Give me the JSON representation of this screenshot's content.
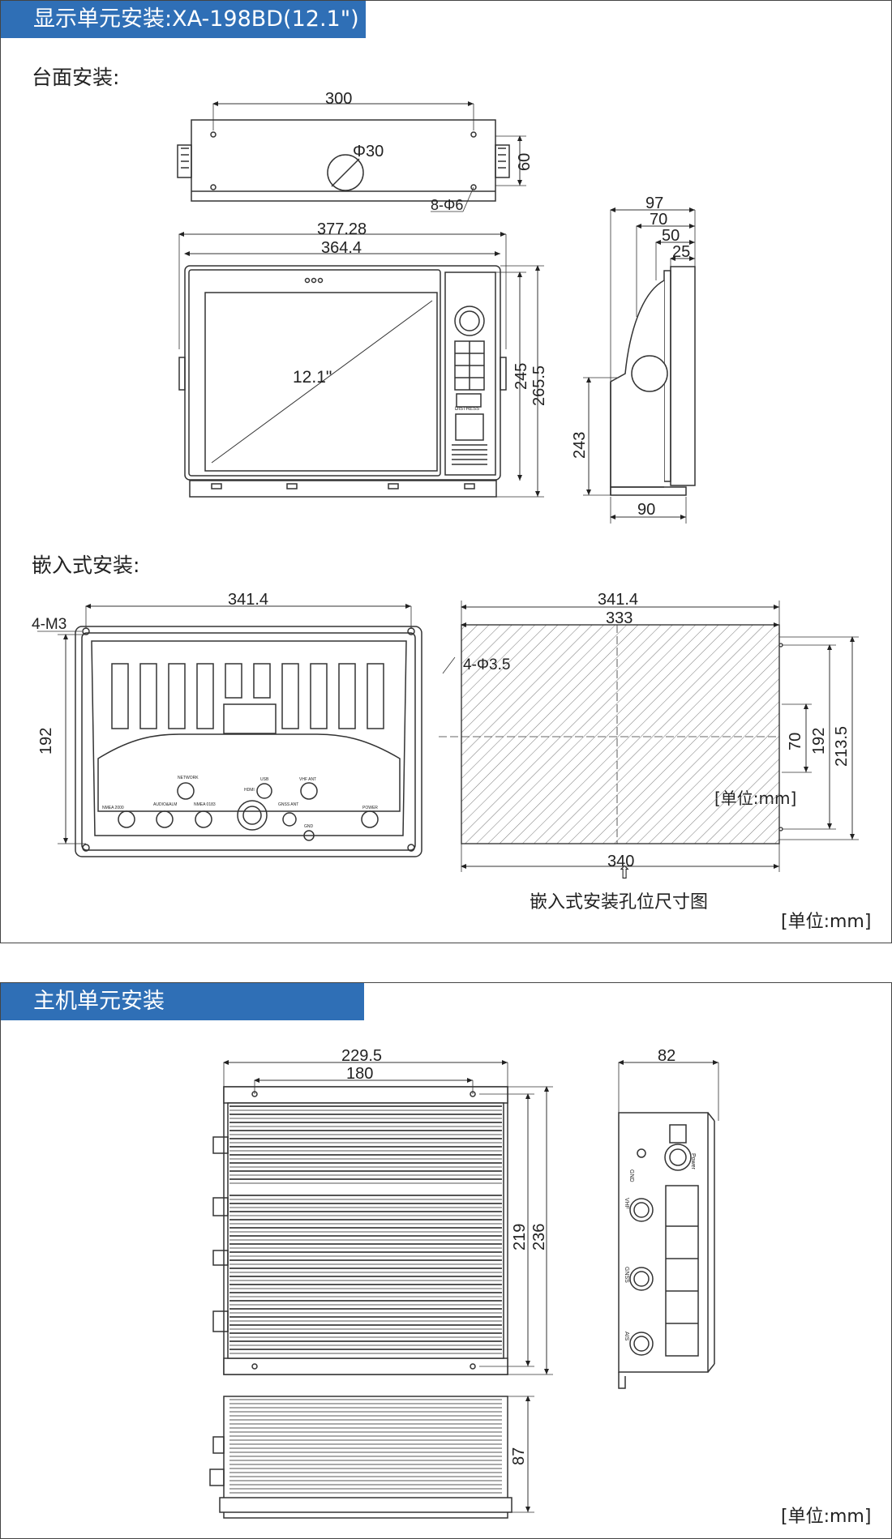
{
  "section1": {
    "title": "显示单元安装:XA-198BD(12.1\")",
    "desktop_label": "台面安装:",
    "flush_label": "嵌入式安装:",
    "unit_label": "[单位:mm]",
    "cutout_caption": "嵌入式安装孔位尺寸图",
    "cutout_unit_label": "[单位:mm]",
    "arrow_glyph": "⇧",
    "screen_size": "12.1\"",
    "dims": {
      "top_width": "300",
      "hole_dia": "Φ30",
      "top_height": "60",
      "mount_holes": "8-Φ6",
      "outer_width": "377.28",
      "body_width": "364.4",
      "body_height_inner": "245",
      "body_height_outer": "265.5",
      "side_depth": "97",
      "side_70": "70",
      "side_50": "50",
      "side_25": "25",
      "side_height": "243",
      "side_base": "90",
      "flush_width": "341.4",
      "flush_holes": "4-M3",
      "flush_height": "192",
      "cut_outer": "341.4",
      "cut_inner": "333",
      "cut_holes": "4-Φ3.5",
      "cut_70": "70",
      "cut_192": "192",
      "cut_213": "213.5",
      "cut_bottom": "340"
    },
    "ports": {
      "network": "NETWORK",
      "hdmi": "HDMI",
      "usb": "USB",
      "vhf_ant": "VHF ANT",
      "nmea2000": "NMEA 2000",
      "audio_alm": "AUDIO&ALM",
      "nmea0183": "NMEA 0183",
      "gnss_ant": "GNSS ANT",
      "gnd": "GND",
      "power": "POWER",
      "distress": "DISTRESS"
    }
  },
  "section2": {
    "title": "主机单元安装",
    "unit_label": "[单位:mm]",
    "dims": {
      "width_outer": "229.5",
      "width_inner": "180",
      "height_inner": "219",
      "height_outer": "236",
      "side_width": "82",
      "bottom_height": "87"
    },
    "ports": {
      "gnd": "GND",
      "power": "Power",
      "vhf": "VHF",
      "gnss": "GNSS",
      "ais": "AIS"
    }
  }
}
